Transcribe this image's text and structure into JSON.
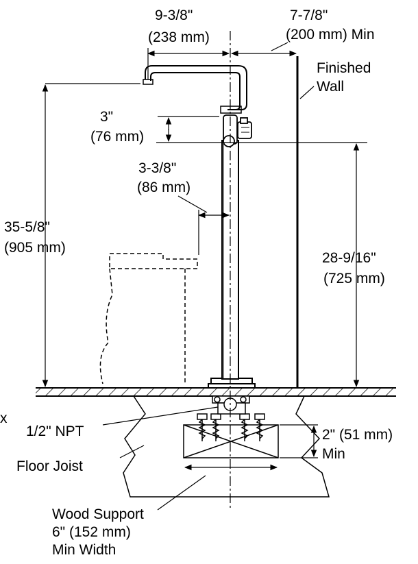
{
  "labels": {
    "spout_reach": "9-3/8\"",
    "spout_reach_mm": "(238 mm)",
    "wall_clearance": "7-7/8\"",
    "wall_clearance_mm": "(200 mm) Min",
    "finished_wall_1": "Finished",
    "finished_wall_2": "Wall",
    "spout_drop": "3\"",
    "spout_drop_mm": "(76 mm)",
    "tub_offset": "3-3/8\"",
    "tub_offset_mm": "(86 mm)",
    "overall_height": "35-5/8\"",
    "overall_height_mm": "(905 mm)",
    "handle_height": "28-9/16\"",
    "handle_height_mm": "(725 mm)",
    "edge_fragment": "x",
    "npt": "1/2\" NPT",
    "support_depth": "2\" (51 mm)",
    "support_depth_min": "Min",
    "floor_joist": "Floor Joist",
    "wood_support_1": "Wood Support",
    "wood_support_2": "6\" (152 mm)",
    "wood_support_3": "Min Width"
  },
  "colors": {
    "line": "#000000",
    "background": "#ffffff"
  }
}
